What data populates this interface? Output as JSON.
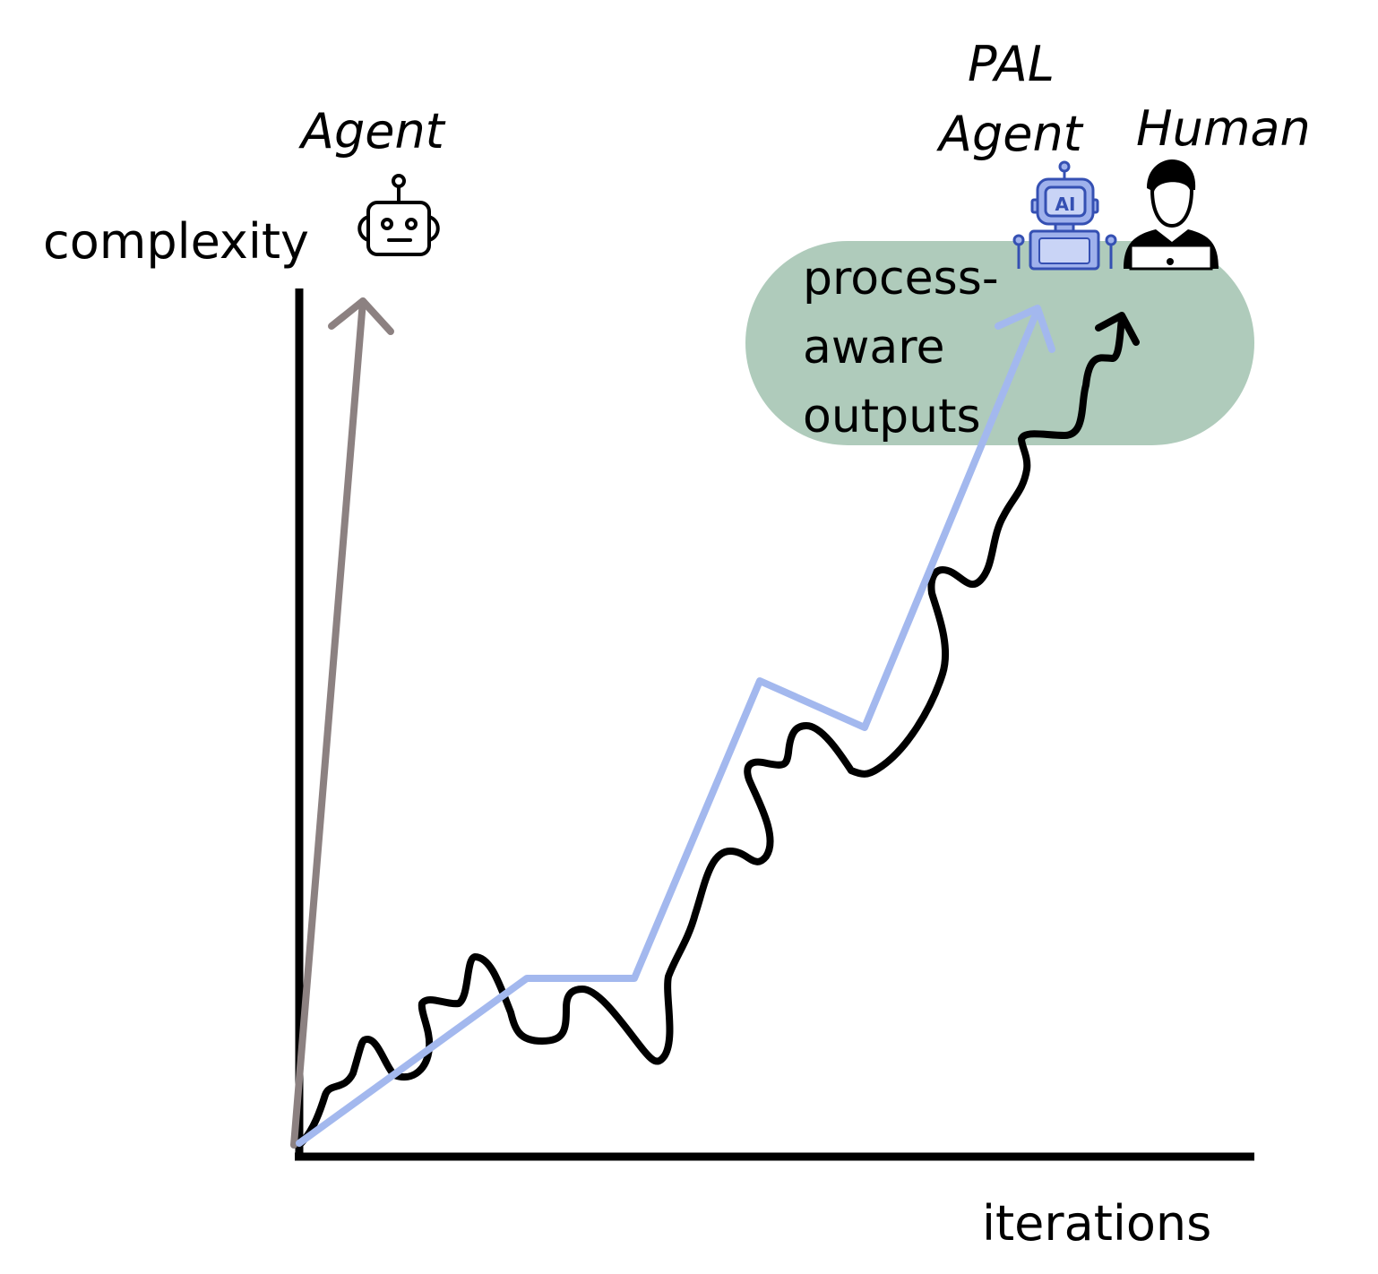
{
  "labels": {
    "y_axis": "complexity",
    "x_axis": "iterations",
    "agent": "Agent",
    "pal_line1": "PAL",
    "pal_line2": "Agent",
    "human": "Human",
    "bubble_line1": "process-",
    "bubble_line2": "aware",
    "bubble_line3": "outputs"
  },
  "icons": {
    "agent": "robot-icon",
    "pal_agent": "ai-robot-icon",
    "human": "human-at-laptop-icon"
  },
  "colors": {
    "axis": "#000000",
    "agent_arrow": "#8c8181",
    "pal_path": "#a3b8ee",
    "human_path": "#000000",
    "bubble": "#afcbbb",
    "ai_robot_fill": "#9fb1ec",
    "ai_robot_stroke": "#3550b3"
  }
}
